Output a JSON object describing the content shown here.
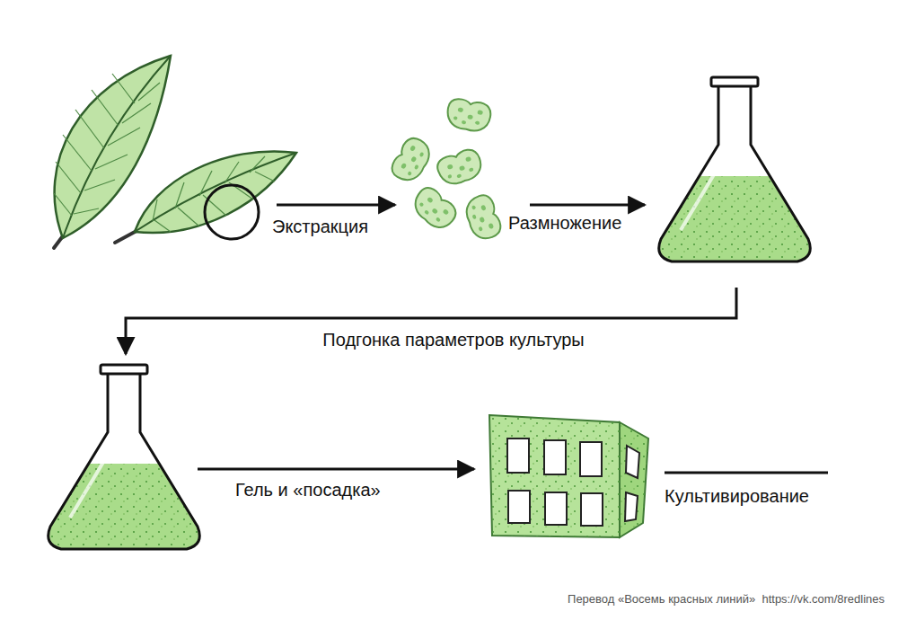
{
  "diagram": {
    "labels": [
      "Экстракция",
      "Размножение",
      "Подгонка параметров культуры",
      "Гель и «посадка»",
      "Культивирование",
      "Перевод «Восемь красных линий»  https://vk.com/8redlines"
    ]
  }
}
